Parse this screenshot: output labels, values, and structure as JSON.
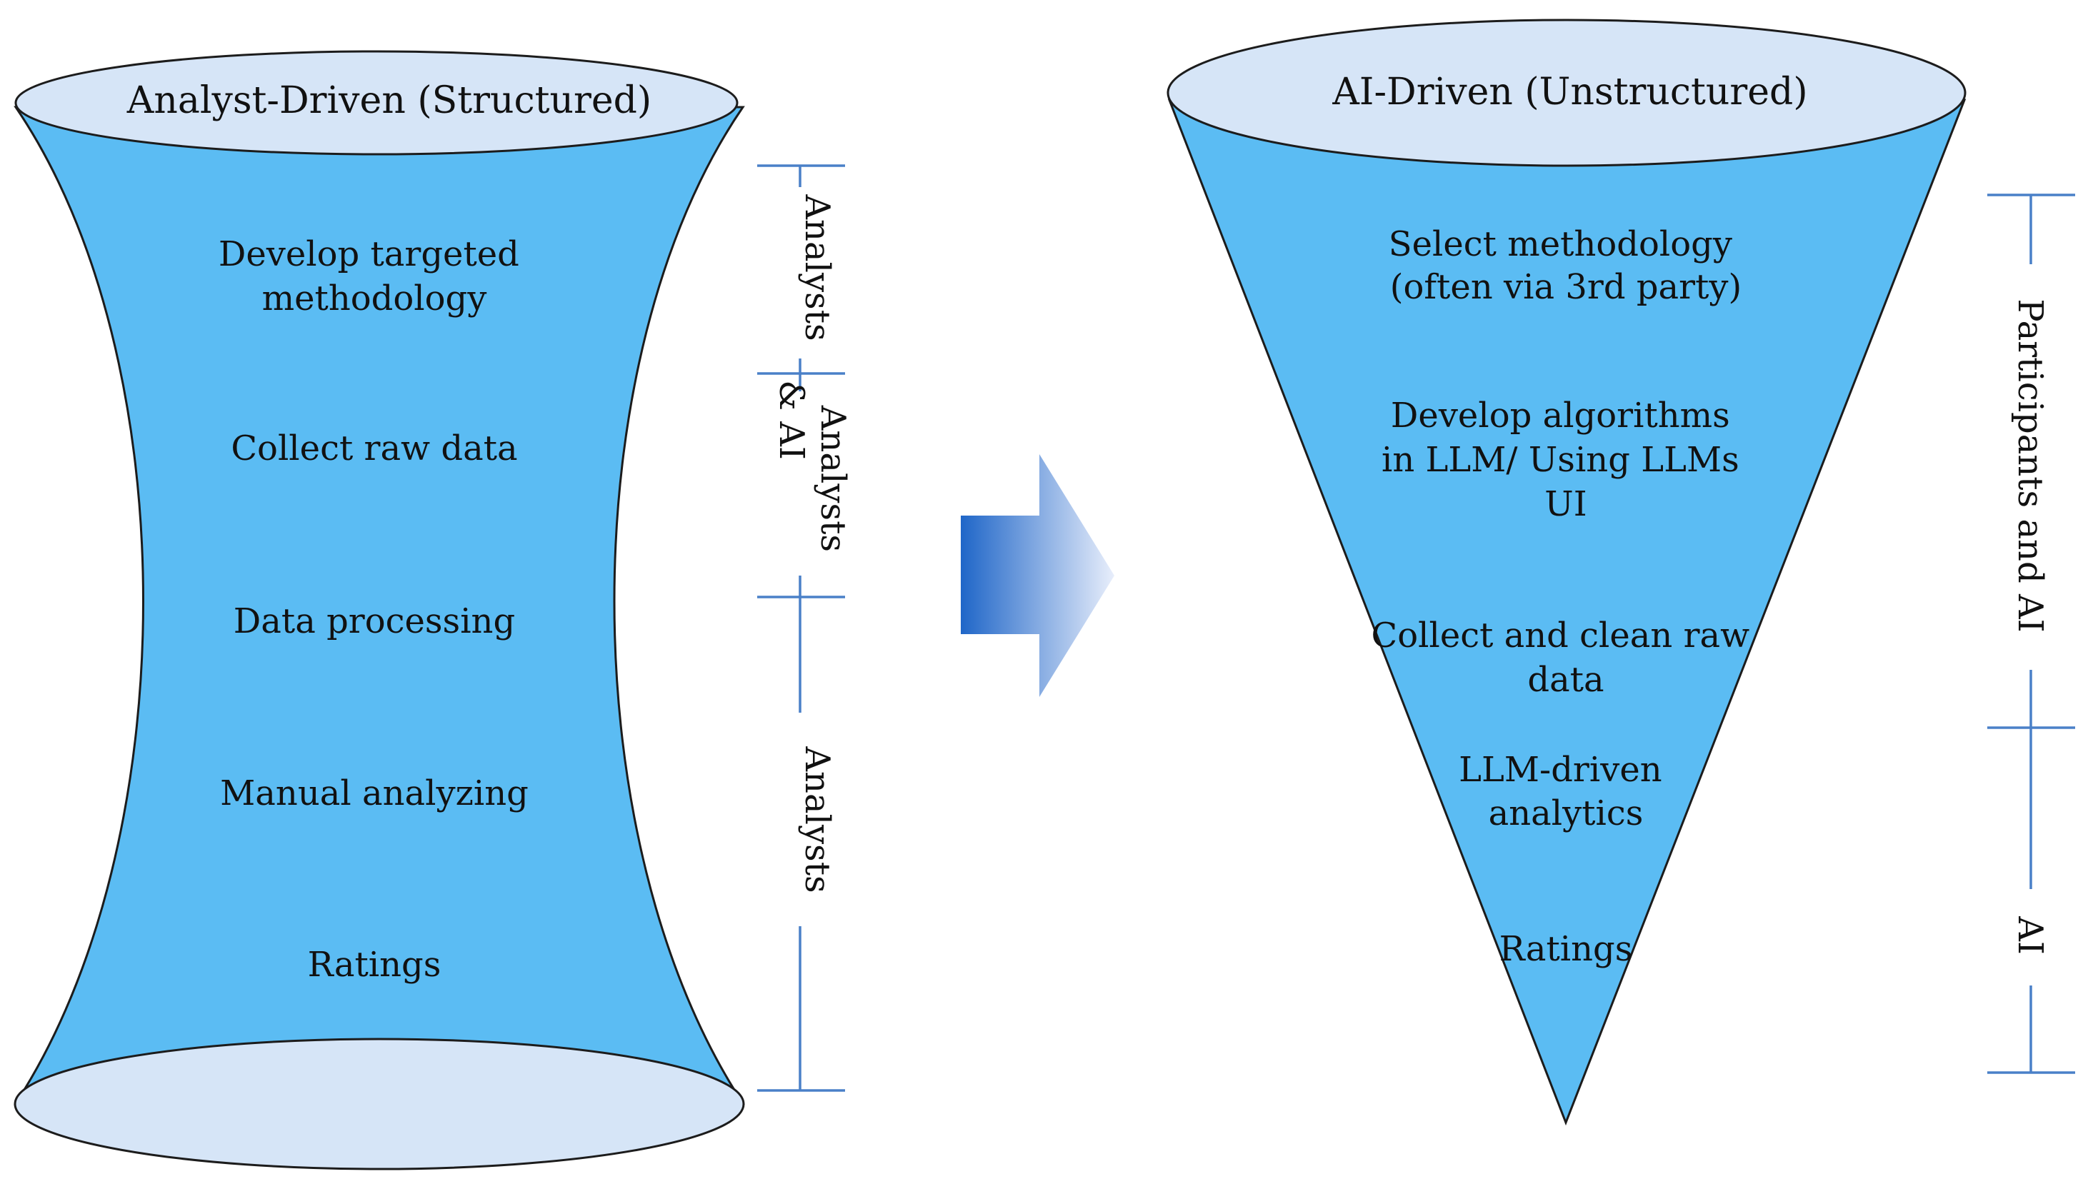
{
  "left_funnel": {
    "title": "Analyst-Driven (Structured)",
    "steps": [
      {
        "lines": [
          "Develop targeted",
          "methodology"
        ]
      },
      {
        "lines": [
          "Collect raw data"
        ]
      },
      {
        "lines": [
          "Data processing"
        ]
      },
      {
        "lines": [
          "Manual analyzing"
        ]
      },
      {
        "lines": [
          "Ratings"
        ]
      }
    ],
    "side_labels": [
      {
        "lines": [
          "Analysts"
        ]
      },
      {
        "lines": [
          "Analysts",
          "& AI"
        ]
      },
      {
        "lines": [
          "Analysts"
        ]
      }
    ]
  },
  "right_funnel": {
    "title": "AI-Driven (Unstructured)",
    "steps": [
      {
        "lines": [
          "Select methodology",
          "(often via 3rd party)"
        ]
      },
      {
        "lines": [
          "Develop algorithms",
          "in LLM/ Using LLMs",
          "UI"
        ]
      },
      {
        "lines": [
          "Collect and clean raw",
          "data"
        ]
      },
      {
        "lines": [
          "LLM-driven",
          "analytics"
        ]
      },
      {
        "lines": [
          "Ratings"
        ]
      }
    ],
    "side_labels": [
      {
        "lines": [
          "Participants and AI"
        ]
      },
      {
        "lines": [
          "AI"
        ]
      }
    ]
  },
  "colors": {
    "funnel_fill": "#5bbcf3",
    "ellipse_fill": "#d6e5f7",
    "outline": "#1c1c1c",
    "bracket": "#4a80c8",
    "arrow_dark": "#1f66c8",
    "arrow_light": "#e8eefb"
  },
  "icons": {
    "transition_arrow": "right-arrow-icon"
  }
}
